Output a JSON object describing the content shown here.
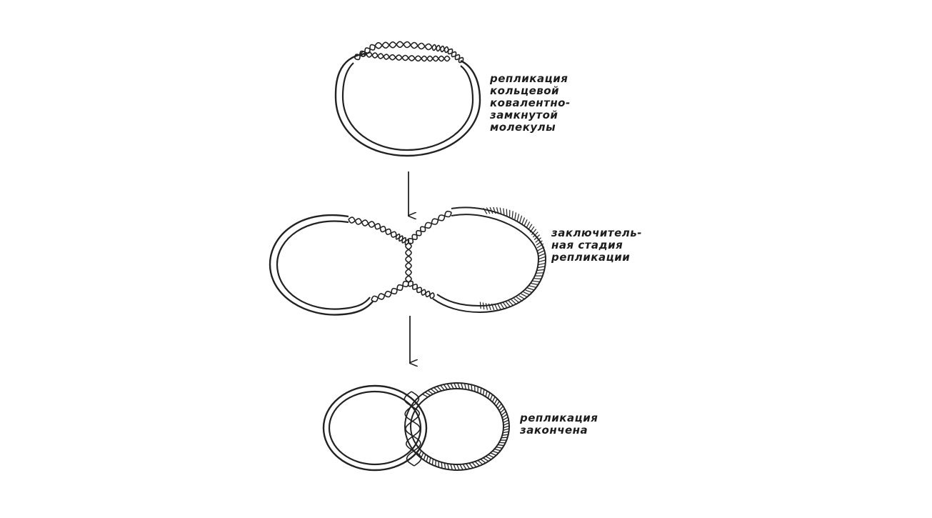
{
  "stages": [
    {
      "id": "stage-1",
      "caption_lines": [
        "репликация",
        "кольцевой",
        "ковалентно-",
        "замкнутой",
        "молекулы"
      ]
    },
    {
      "id": "stage-2",
      "caption_lines": [
        "заключитель-",
        "ная стадия",
        "репликации"
      ]
    },
    {
      "id": "stage-3",
      "caption_lines": [
        "репликация",
        "закончена"
      ]
    }
  ],
  "colors": {
    "ink": "#222222",
    "background": "#ffffff"
  }
}
